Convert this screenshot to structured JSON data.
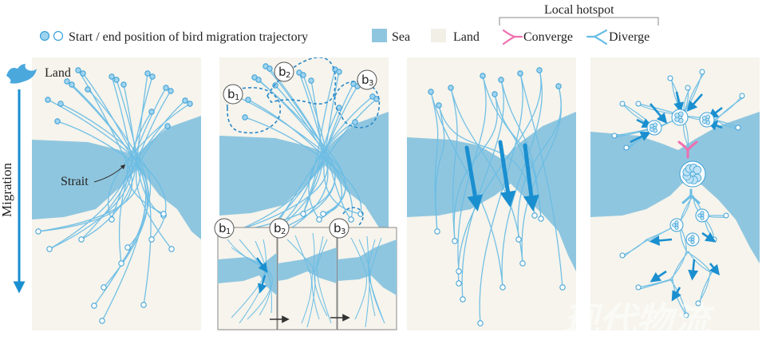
{
  "legend": {
    "start_end_label": "Start / end position of bird migration trajectory",
    "sea_label": "Sea",
    "land_label": "Land",
    "local_hotspot_label": "Local hotspot",
    "converge_label": "Converge",
    "diverge_label": "Diverge"
  },
  "panel1": {
    "land_label": "Land",
    "strait_label": "Strait",
    "migration_label": "Migration"
  },
  "panel2": {
    "badges": [
      {
        "letter": "b",
        "sub": "1"
      },
      {
        "letter": "b",
        "sub": "2"
      },
      {
        "letter": "b",
        "sub": "3"
      }
    ]
  },
  "watermark": "现代物流",
  "colors": {
    "sea": "#8fc6df",
    "land": "#f6f4ec",
    "trajectory": "#6bbde5",
    "arrow": "#1a8fd0",
    "converge": "#ef6fb0",
    "diverge": "#6bbde5"
  }
}
